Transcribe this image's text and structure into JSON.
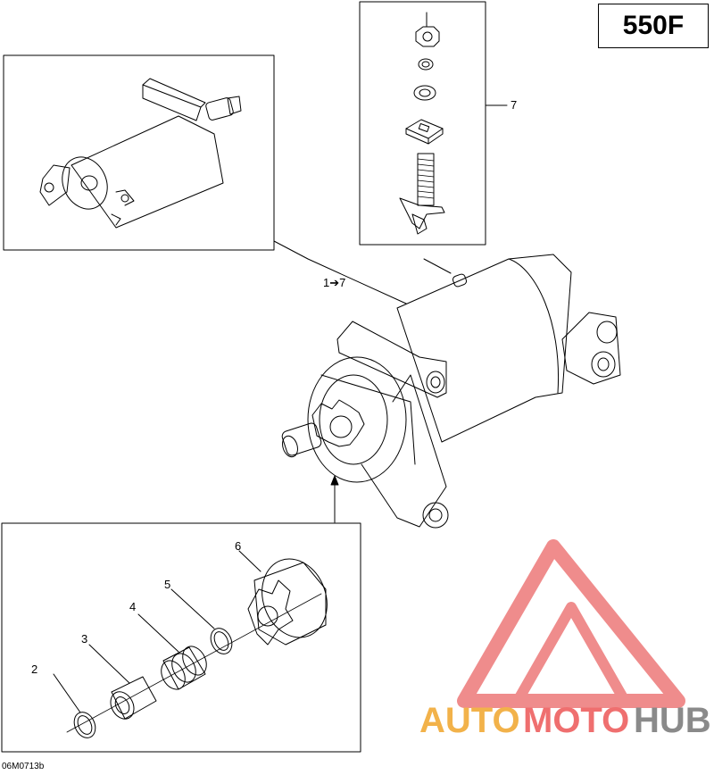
{
  "model": "550F",
  "diagram_code": "06M0713b",
  "callouts": {
    "c1_7": "1➔7",
    "c7": "7",
    "c2": "2",
    "c3": "3",
    "c4": "4",
    "c5": "5",
    "c6": "6"
  },
  "watermark": {
    "part1": "AUTO",
    "part2": "MOTO",
    "part3": "HUB",
    "colors": {
      "auto": "#f2b24a",
      "moto": "#ef6f6f",
      "hub": "#8a8a8a",
      "triangle": "#ee8080"
    }
  }
}
